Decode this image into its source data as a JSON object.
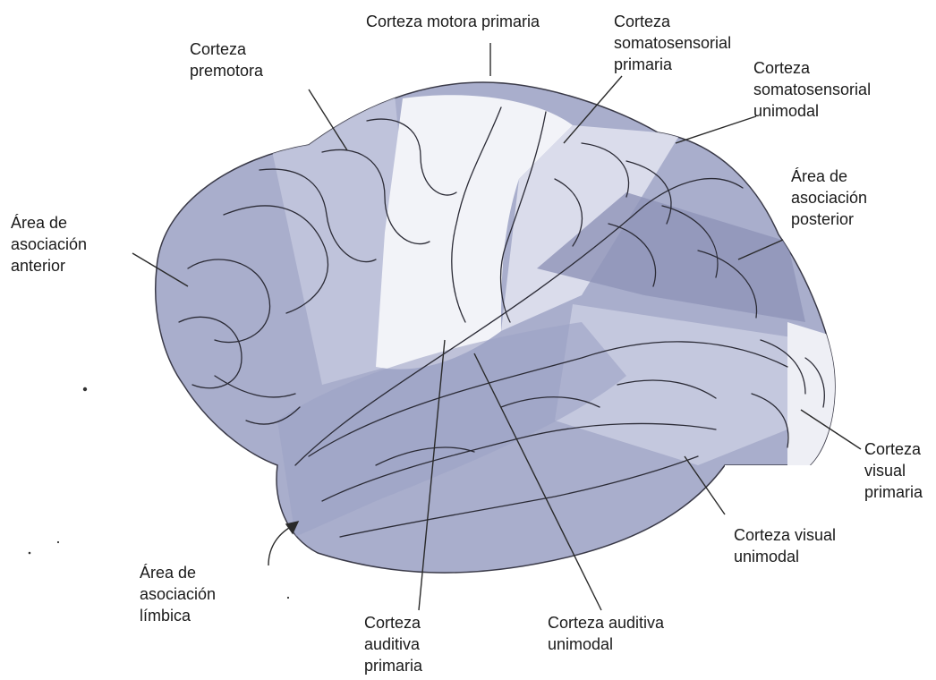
{
  "figure": {
    "background": "#ffffff",
    "colors": {
      "cortex": "#a9aecc",
      "cortex_edge": "#3a3a48",
      "primary_zone": "#f2f3f8",
      "unimodal_band": "#c9cce0",
      "posterior_band": "#8e93b8",
      "visual_zone": "#e8e9f1",
      "leader_line": "#2a2a2a"
    },
    "labels": [
      {
        "id": "motora",
        "lines": [
          "Corteza motora primaria"
        ]
      },
      {
        "id": "somato_primaria",
        "lines": [
          "Corteza",
          "somatosensorial",
          "primaria"
        ]
      },
      {
        "id": "premotora",
        "lines": [
          "Corteza",
          "premotora"
        ]
      },
      {
        "id": "somato_unimodal",
        "lines": [
          "Corteza",
          "somatosensorial",
          "unimodal"
        ]
      },
      {
        "id": "posterior",
        "lines": [
          "Área de",
          "asociación",
          "posterior"
        ]
      },
      {
        "id": "anterior",
        "lines": [
          "Área de",
          "asociación",
          "anterior"
        ]
      },
      {
        "id": "visual_primaria",
        "lines": [
          "Corteza",
          "visual",
          "primaria"
        ]
      },
      {
        "id": "visual_unimodal",
        "lines": [
          "Corteza visual",
          "unimodal"
        ]
      },
      {
        "id": "limbica",
        "lines": [
          "Área de",
          "asociación",
          "límbica"
        ]
      },
      {
        "id": "auditiva_primaria",
        "lines": [
          "Corteza",
          "auditiva",
          "primaria"
        ]
      },
      {
        "id": "auditiva_unimodal",
        "lines": [
          "Corteza auditiva",
          "unimodal"
        ]
      }
    ]
  }
}
